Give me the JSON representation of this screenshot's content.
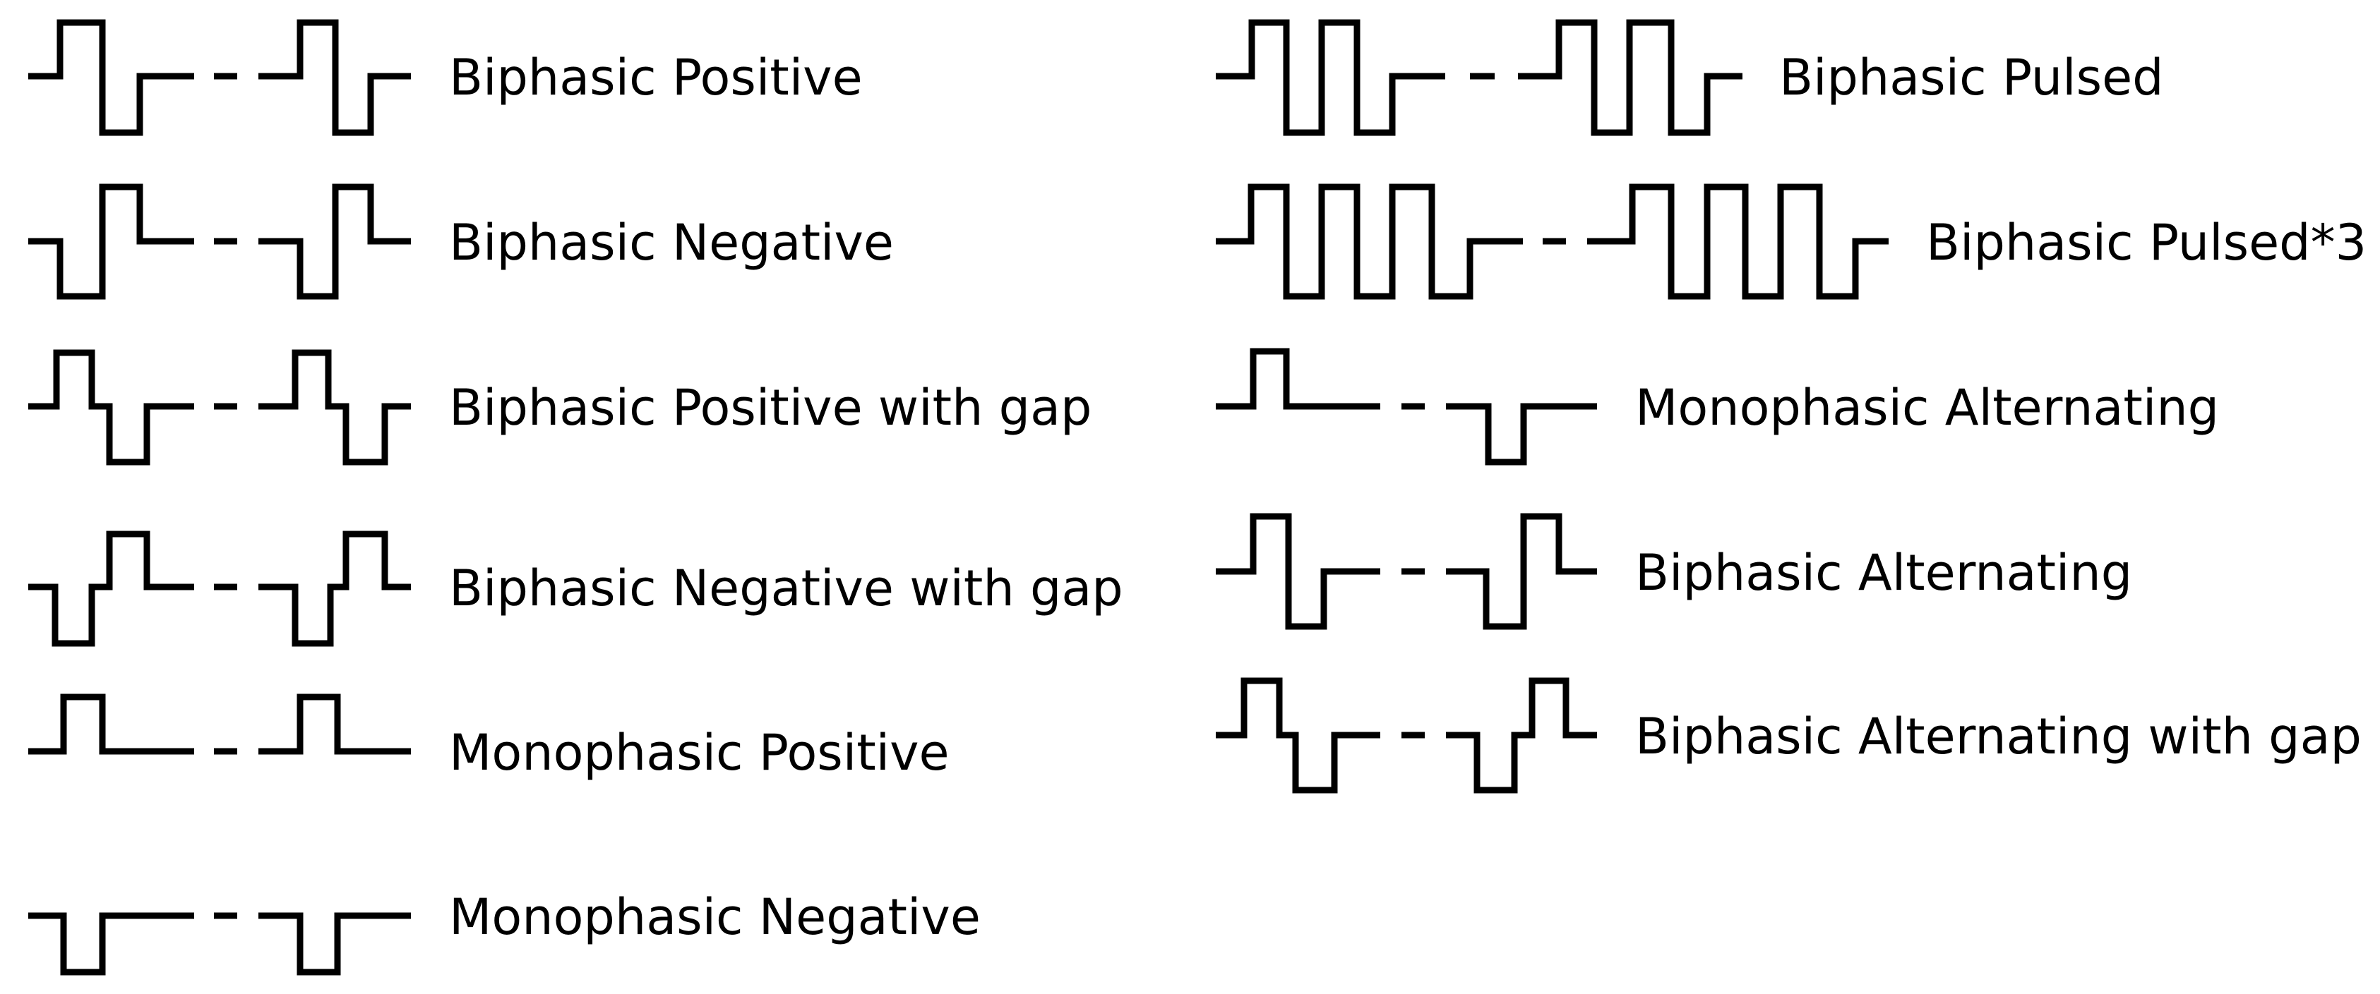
{
  "title": "",
  "waveforms": [
    {
      "id": "biphasic-positive",
      "label": "Biphasic Positive"
    },
    {
      "id": "biphasic-negative",
      "label": "Biphasic Negative"
    },
    {
      "id": "biphasic-positive-gap",
      "label": "Biphasic Positive with gap"
    },
    {
      "id": "biphasic-negative-gap",
      "label": "Biphasic Negative with gap"
    },
    {
      "id": "monophasic-positive",
      "label": "Monophasic Positive"
    },
    {
      "id": "monophasic-negative",
      "label": "Monophasic Negative"
    },
    {
      "id": "biphasic-pulsed",
      "label": "Biphasic Pulsed"
    },
    {
      "id": "biphasic-pulsed-3",
      "label": "Biphasic Pulsed*3"
    },
    {
      "id": "monophasic-alternating",
      "label": "Monophasic Alternating"
    },
    {
      "id": "biphasic-alternating",
      "label": "Biphasic Alternating"
    },
    {
      "id": "biphasic-alternating-gap",
      "label": "Biphasic Alternating with gap"
    }
  ],
  "colors": {
    "stroke": "#000000",
    "background": "#ffffff"
  }
}
